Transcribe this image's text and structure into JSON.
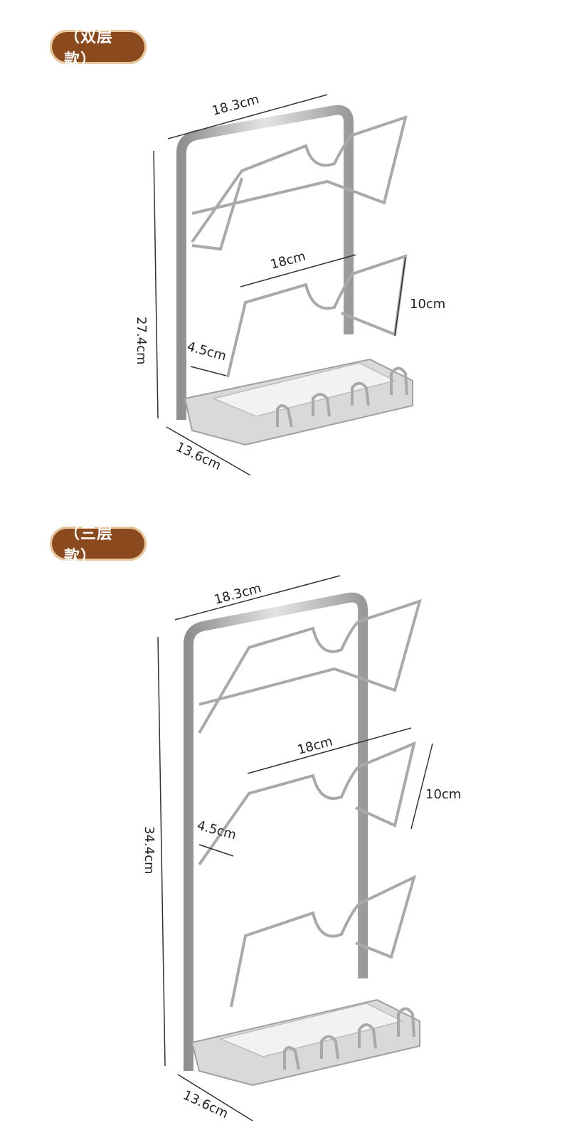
{
  "sections": [
    {
      "badge": "（双层款）",
      "dims": {
        "width_top": "18.3cm",
        "height": "27.4cm",
        "shelf_width": "18cm",
        "shelf_height": "10cm",
        "gap": "4.5cm",
        "depth": "13.6cm"
      }
    },
    {
      "badge": "（三层款）",
      "dims": {
        "width_top": "18.3cm",
        "height": "34.4cm",
        "shelf_width": "18cm",
        "shelf_height": "10cm",
        "gap": "4.5cm",
        "depth": "13.6cm"
      }
    }
  ],
  "colors": {
    "badge_bg": "#8a4a1e",
    "badge_ring": "#e8c79d",
    "metal": "#b8b8b8"
  }
}
